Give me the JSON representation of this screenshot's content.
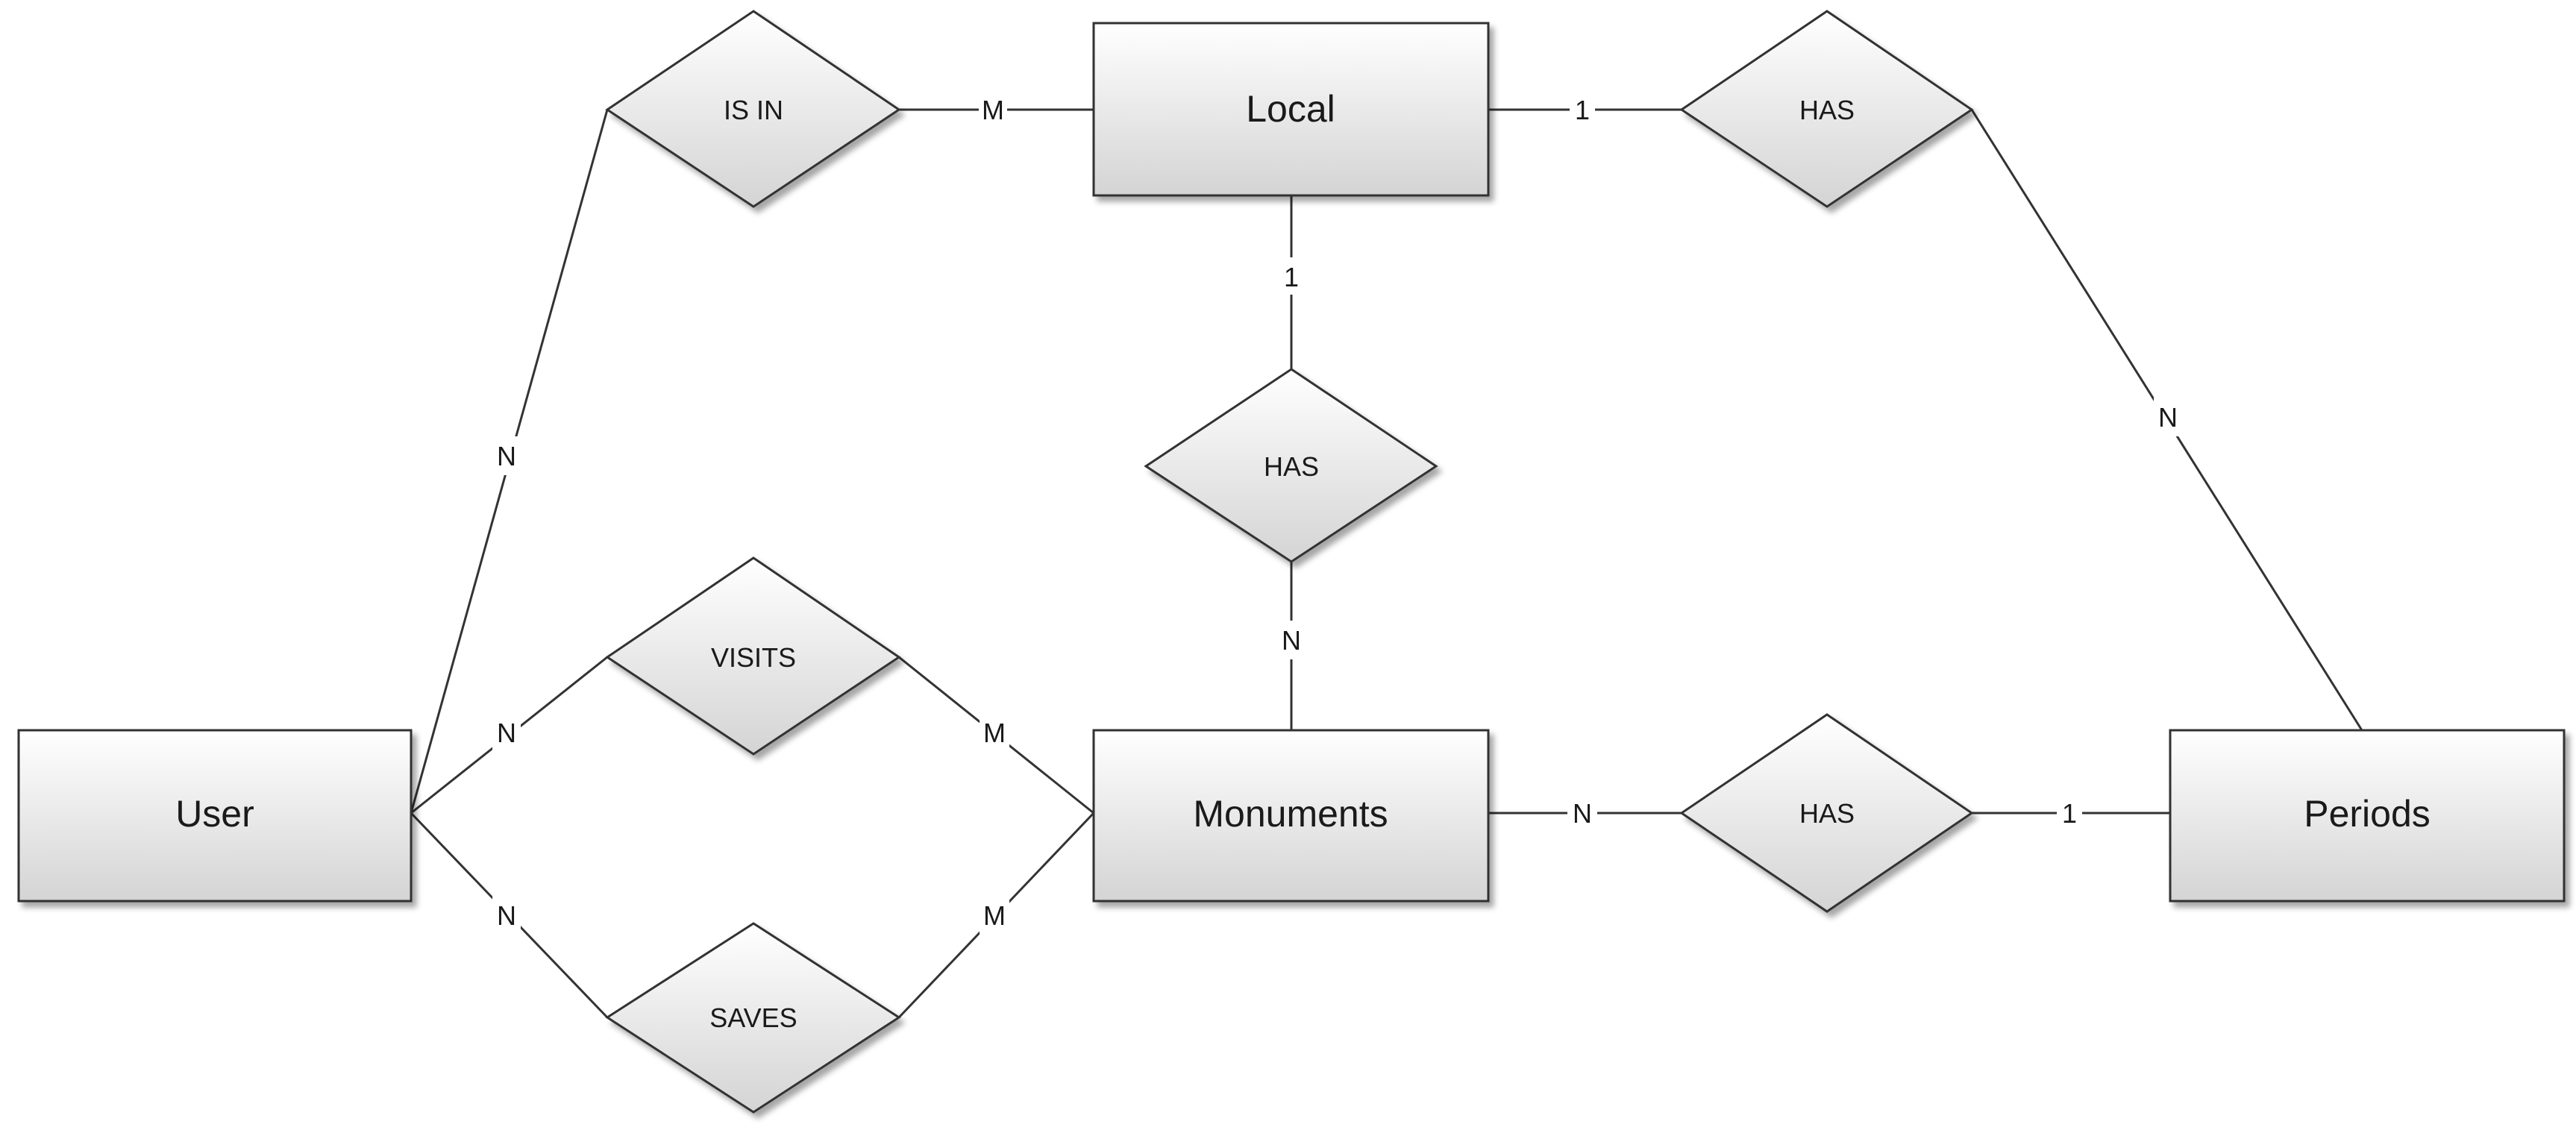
{
  "entities": [
    {
      "id": "local",
      "label": "Local"
    },
    {
      "id": "user",
      "label": "User"
    },
    {
      "id": "monuments",
      "label": "Monuments"
    },
    {
      "id": "periods",
      "label": "Periods"
    }
  ],
  "relationships": [
    {
      "id": "is-in",
      "label": "IS IN"
    },
    {
      "id": "has-local-periods",
      "label": "HAS"
    },
    {
      "id": "has-local-monuments",
      "label": "HAS"
    },
    {
      "id": "visits",
      "label": "VISITS"
    },
    {
      "id": "saves",
      "label": "SAVES"
    },
    {
      "id": "has-monuments-periods",
      "label": "HAS"
    }
  ],
  "cardinalities": [
    {
      "id": "is-in-local",
      "label": "M"
    },
    {
      "id": "is-in-user",
      "label": "N"
    },
    {
      "id": "local-has-periods-local",
      "label": "1"
    },
    {
      "id": "local-has-periods-periods",
      "label": "N"
    },
    {
      "id": "local-has-monuments-local",
      "label": "1"
    },
    {
      "id": "local-has-monuments-monuments",
      "label": "N"
    },
    {
      "id": "visits-user",
      "label": "N"
    },
    {
      "id": "visits-monuments",
      "label": "M"
    },
    {
      "id": "saves-user",
      "label": "N"
    },
    {
      "id": "saves-monuments",
      "label": "M"
    },
    {
      "id": "monuments-has-periods-monuments",
      "label": "N"
    },
    {
      "id": "monuments-has-periods-periods",
      "label": "1"
    }
  ],
  "style": {
    "entity_fill_top": "#ffffff",
    "entity_fill_bottom": "#d4d4d4",
    "stroke": "#333333",
    "background": "#ffffff"
  }
}
